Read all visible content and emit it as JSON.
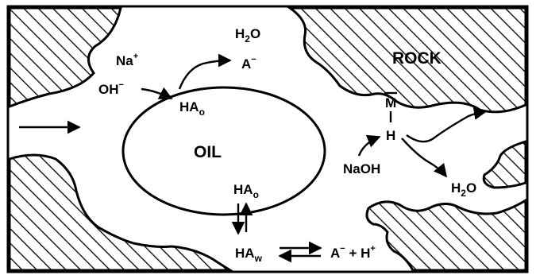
{
  "labels": {
    "h2o_top": "H",
    "h2o_top_sub": "2",
    "h2o_top_tail": "O",
    "a_minus_top": "A",
    "a_minus_top_sup": "−",
    "na_plus": "Na",
    "na_plus_sup": "+",
    "oh_minus": "OH",
    "oh_minus_sup": "−",
    "ha_o_top": "HA",
    "ha_o_top_sub": "o",
    "oil": "OIL",
    "rock": "ROCK",
    "m_bar": "M",
    "h_bond": "H",
    "naoh": "NaOH",
    "h2o_right": "H",
    "h2o_right_sub": "2",
    "h2o_right_tail": "O",
    "ha_o_bottom": "HA",
    "ha_o_bottom_sub": "o",
    "ha_w": "HA",
    "ha_w_sub": "w",
    "a_minus_bottom": "A",
    "a_minus_bottom_sup": "−",
    "plus": " + H",
    "h_plus_sup": "+"
  },
  "colors": {
    "ink": "#000000",
    "background": "#ffffff"
  }
}
